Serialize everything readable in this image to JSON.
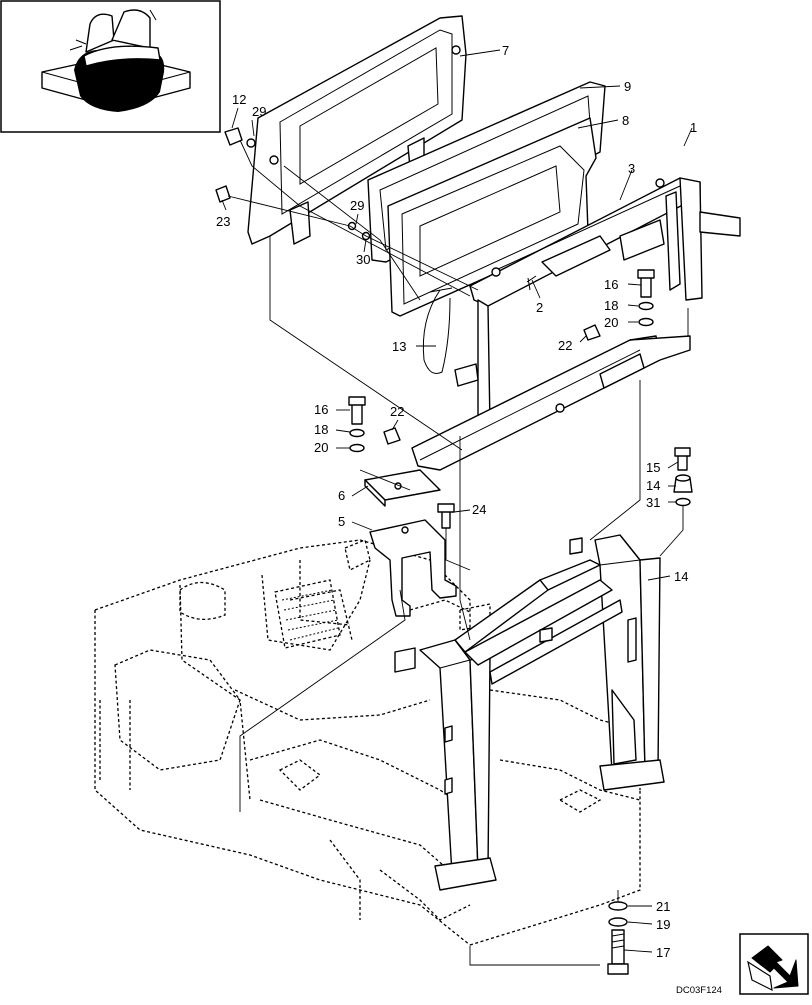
{
  "drawing_code": "DC03F124",
  "callouts": {
    "p1": "1",
    "p2": "2",
    "p3": "3",
    "p5": "5",
    "p6": "6",
    "p7": "7",
    "p8": "8",
    "p9": "9",
    "p12": "12",
    "p13": "13",
    "p14a": "14",
    "p14b": "14",
    "p15": "15",
    "p16a": "16",
    "p16b": "16",
    "p17": "17",
    "p18a": "18",
    "p18b": "18",
    "p19": "19",
    "p20a": "20",
    "p20b": "20",
    "p21": "21",
    "p22a": "22",
    "p22b": "22",
    "p23": "23",
    "p24": "24",
    "p29a": "29",
    "p29b": "29",
    "p30": "30",
    "p31": "31"
  },
  "icons": {
    "key_view": "seat-location-icon",
    "nav": "arrow-next-icon"
  }
}
